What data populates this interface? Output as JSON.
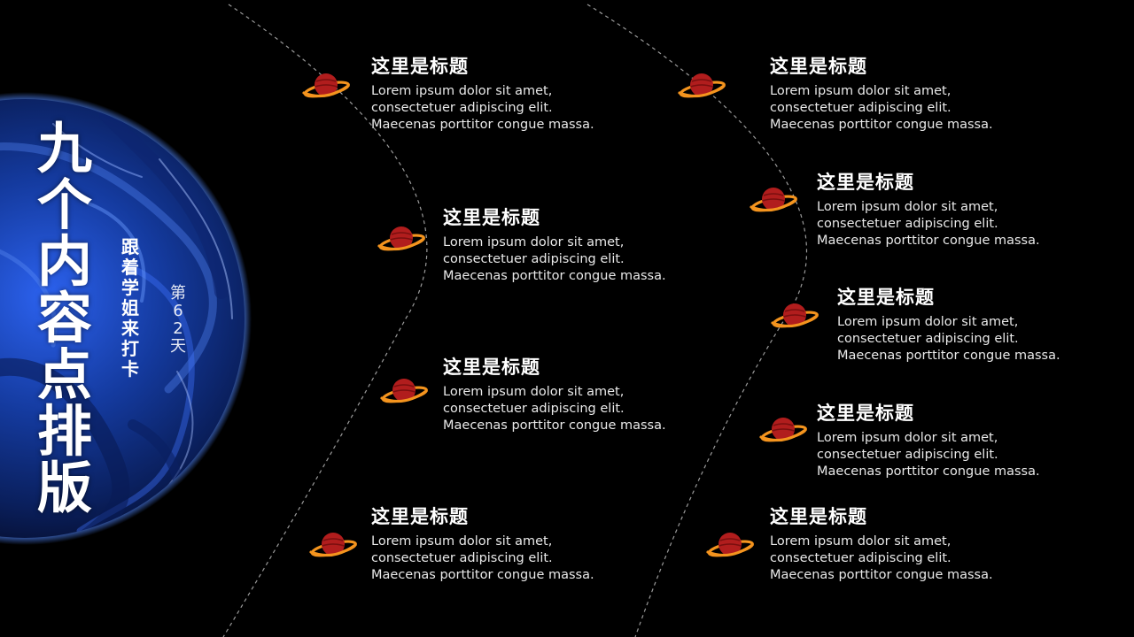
{
  "title_chars": [
    "九",
    "个",
    "内",
    "容",
    "点",
    "排",
    "版"
  ],
  "subtitle_chars": [
    "跟",
    "着",
    "学",
    "姐",
    "来",
    "打",
    "卡"
  ],
  "day_chars": [
    "第",
    "6",
    "2",
    "天"
  ],
  "items": [
    {
      "title": "这里是标题",
      "lines": [
        "Lorem ipsum dolor sit amet,",
        "consectetuer adipiscing elit.",
        "Maecenas porttitor congue massa."
      ]
    },
    {
      "title": "这里是标题",
      "lines": [
        "Lorem ipsum dolor sit amet,",
        "consectetuer adipiscing elit.",
        "Maecenas porttitor congue massa."
      ]
    },
    {
      "title": "这里是标题",
      "lines": [
        "Lorem ipsum dolor sit amet,",
        "consectetuer adipiscing elit.",
        "Maecenas porttitor congue massa."
      ]
    },
    {
      "title": "这里是标题",
      "lines": [
        "Lorem ipsum dolor sit amet,",
        "consectetuer adipiscing elit.",
        "Maecenas porttitor congue massa."
      ]
    },
    {
      "title": "这里是标题",
      "lines": [
        "Lorem ipsum dolor sit amet,",
        "consectetuer adipiscing elit.",
        "Maecenas porttitor congue massa."
      ]
    },
    {
      "title": "这里是标题",
      "lines": [
        "Lorem ipsum dolor sit amet,",
        "consectetuer adipiscing elit.",
        "Maecenas porttitor congue massa."
      ]
    },
    {
      "title": "这里是标题",
      "lines": [
        "Lorem ipsum dolor sit amet,",
        "consectetuer adipiscing elit.",
        "Maecenas porttitor congue massa."
      ]
    },
    {
      "title": "这里是标题",
      "lines": [
        "Lorem ipsum dolor sit amet,",
        "consectetuer adipiscing elit.",
        "Maecenas porttitor congue massa."
      ]
    },
    {
      "title": "这里是标题",
      "lines": [
        "Lorem ipsum dolor sit amet,",
        "consectetuer adipiscing elit.",
        "Maecenas porttitor congue massa."
      ]
    }
  ],
  "colors": {
    "background": "#000000",
    "planet_body": "#b11d1d",
    "planet_ring": "#f4941e",
    "orbit_line": "#9a9a9a",
    "globe_blue": "#1e4fd6"
  },
  "icons": {
    "globe": "blue-marbled-globe",
    "planet": "ringed-planet-icon"
  }
}
